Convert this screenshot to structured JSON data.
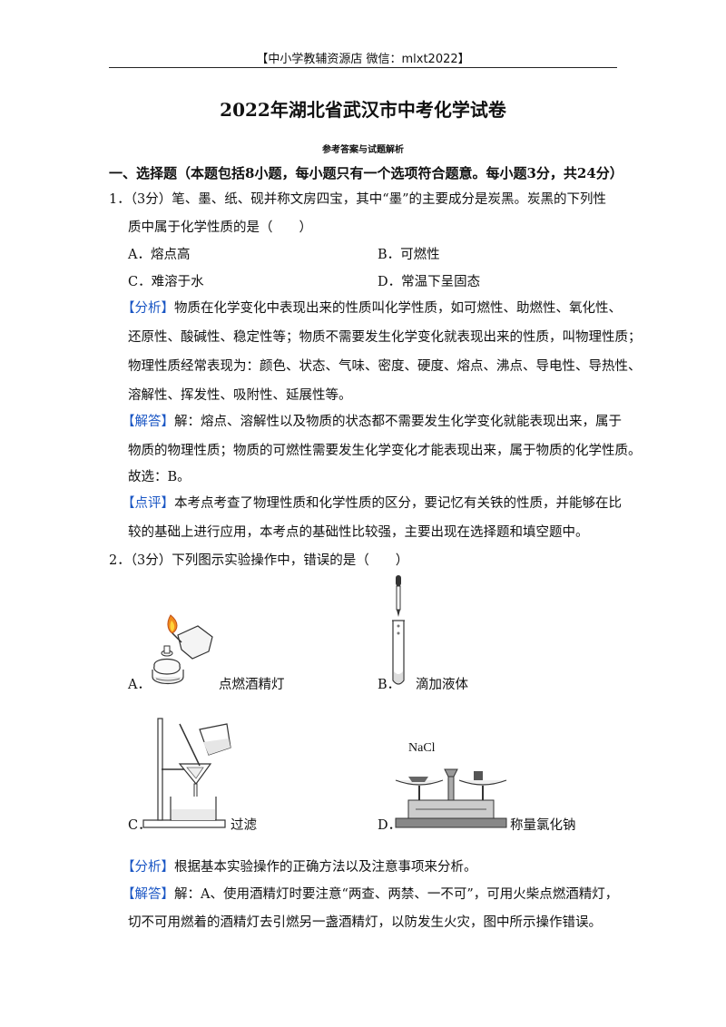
{
  "header": "【中小学教辅资源店 微信：mlxt2022】",
  "title": "2022年湖北省武汉市中考化学试卷",
  "subtitle": "参考答案与试题解析",
  "section": "一、选择题（本题包括8小题，每小题只有一个选项符合题意。每小题3分，共24分）",
  "q1": {
    "line1": "1．（3分）笔、墨、纸、砚并称文房四宝，其中“墨”的主要成分是炭黑。炭黑的下列性",
    "line2": "质中属于化学性质的是（　　）",
    "optA": "A．熔点高",
    "optB": "B．可燃性",
    "optC": "C．难溶于水",
    "optD": "D．常温下呈固态",
    "analysis_tag": "【分析】",
    "analysis1": "物质在化学变化中表现出来的性质叫化学性质，如可燃性、助燃性、氧化性、",
    "analysis2": "还原性、酸碱性、稳定性等；物质不需要发生化学变化就表现出来的性质，叫物理性质；",
    "analysis3": "物理性质经常表现为：颜色、状态、气味、密度、硬度、熔点、沸点、导电性、导热性、",
    "analysis4": "溶解性、挥发性、吸附性、延展性等。",
    "answer_tag": "【解答】",
    "answer1": "解：熔点、溶解性以及物质的状态都不需要发生化学变化就能表现出来，属于",
    "answer2": "物质的物理性质；物质的可燃性需要发生化学变化才能表现出来，属于物质的化学性质。",
    "answer3": "故选：B。",
    "comment_tag": "【点评】",
    "comment1": "本考点考查了物理性质和化学性质的区分，要记忆有关铁的性质，并能够在比",
    "comment2": "较的基础上进行应用，本考点的基础性比较强，主要出现在选择题和填空题中。"
  },
  "q2": {
    "line1": "2．（3分）下列图示实验操作中，错误的是（　　）",
    "optA_letter": "A．",
    "optA_caption": "点燃酒精灯",
    "optB_letter": "B．",
    "optB_caption": "滴加液体",
    "optC_letter": "C．",
    "optC_caption": "过滤",
    "optD_letter": "D．",
    "optD_caption": "称量氯化钠",
    "nacl_label": "NaCl",
    "analysis_tag": "【分析】",
    "analysis1": "根据基本实验操作的正确方法以及注意事项来分析。",
    "answer_tag": "【解答】",
    "answer1": "解：A、使用酒精灯时要注意“两查、两禁、一不可”，可用火柴点燃酒精灯，",
    "answer2": "切不可用燃着的酒精灯去引燃另一盏酒精灯，以防发生火灾，图中所示操作错误。"
  }
}
